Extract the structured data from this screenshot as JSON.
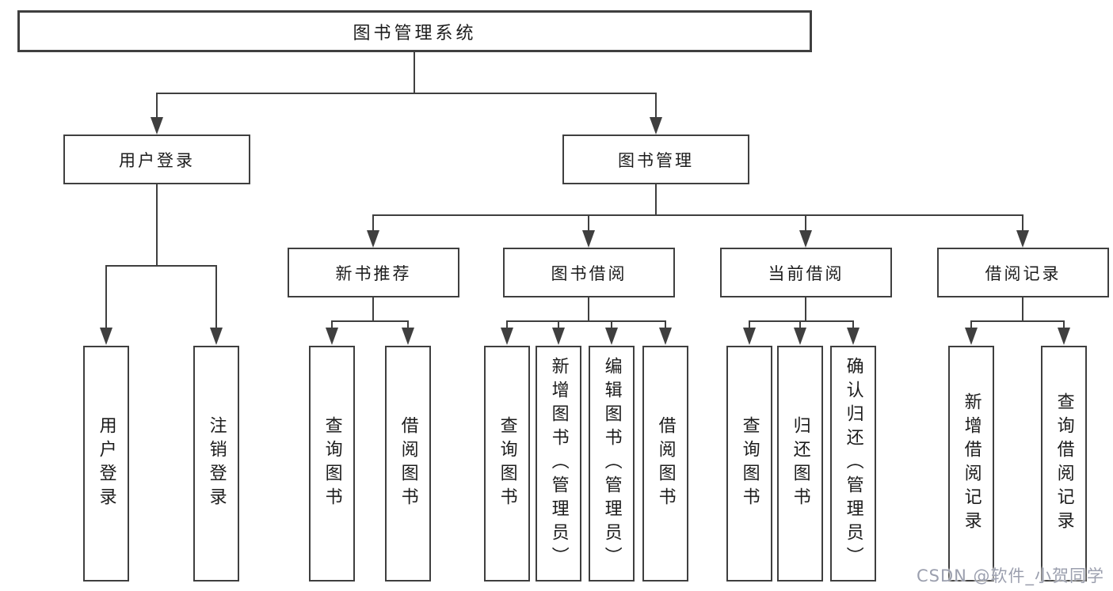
{
  "diagram": {
    "title": "图书管理系统",
    "root": {
      "label": "图书管理系统"
    },
    "level2": [
      {
        "label": "用户登录"
      },
      {
        "label": "图书管理"
      }
    ],
    "level3": [
      {
        "label": "新书推荐"
      },
      {
        "label": "图书借阅"
      },
      {
        "label": "当前借阅"
      },
      {
        "label": "借阅记录"
      }
    ],
    "leaves": {
      "user_login": [
        "用户登录",
        "注销登录"
      ],
      "new_book_recommend": [
        "查询图书",
        "借阅图书"
      ],
      "book_borrow": [
        "查询图书",
        "新增图书（管理员）",
        "编辑图书（管理员）",
        "借阅图书"
      ],
      "current_borrow": [
        "查询图书",
        "归还图书",
        "确认归还（管理员）"
      ],
      "borrow_records": [
        "新增借阅记录",
        "查询借阅记录"
      ]
    },
    "watermark": "CSDN @软件_小贺同学",
    "colors": {
      "line": "#3f3f3f",
      "border": "#3f3f3f",
      "text": "#1c1c1c",
      "background": "#ffffff",
      "watermark": "#9b9fae"
    }
  }
}
